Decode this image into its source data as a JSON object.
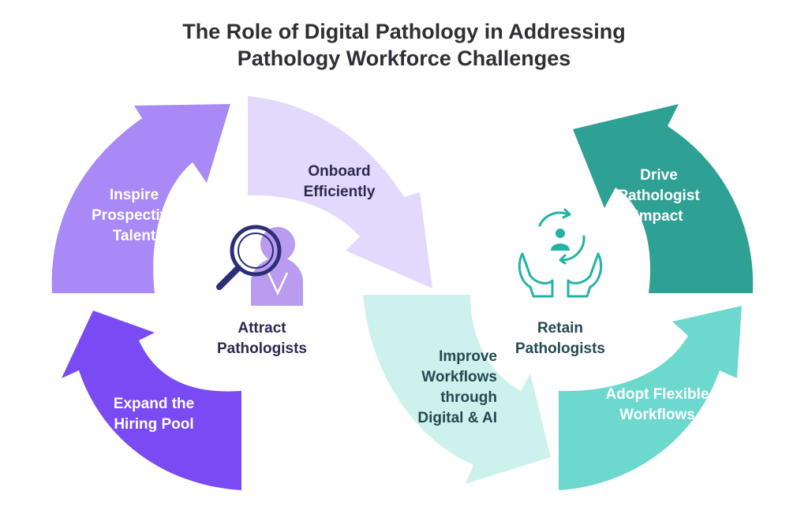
{
  "title": {
    "line1": "The Role of Digital Pathology in Addressing",
    "line2": "Pathology Workforce Challenges"
  },
  "left_cycle": {
    "hub_label": "Attract\nPathologists",
    "hub_icon": "magnifier-person-icon",
    "steps": [
      {
        "label": "Inspire\nProspective\nTalent",
        "color": "#a989f5"
      },
      {
        "label": "Onboard\nEfficiently",
        "color": "#e2d9fc"
      },
      {
        "label": "Expand the\nHiring Pool",
        "color": "#7a4bf2"
      }
    ]
  },
  "right_cycle": {
    "hub_label": "Retain\nPathologists",
    "hub_icon": "hands-cycle-person-icon",
    "steps": [
      {
        "label": "Drive\nPathologist\nImpact",
        "color": "#2ea094"
      },
      {
        "label": "Improve\nWorkflows\nthrough\nDigital & AI",
        "color": "#cdf1ec"
      },
      {
        "label": "Adopt Flexible\nWorkflows",
        "color": "#6dd8ce"
      }
    ]
  },
  "colors": {
    "icon_navy": "#2c2f78",
    "icon_lavender": "#b99bf0",
    "icon_teal": "#22b3a6"
  }
}
